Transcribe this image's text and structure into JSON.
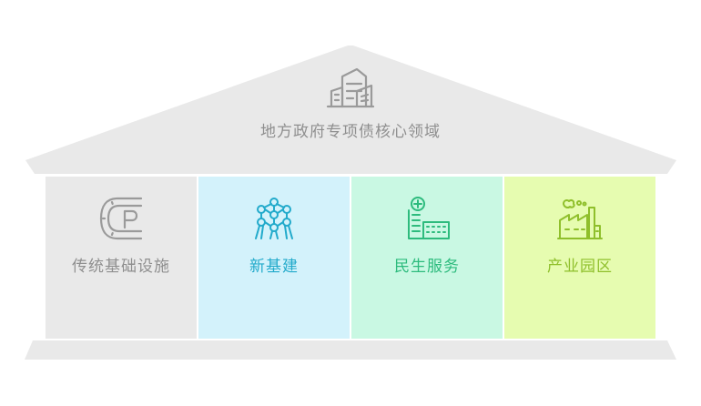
{
  "roof": {
    "title": "地方政府专项债核心领域",
    "icon": "city-buildings-icon",
    "color": "#e9e9e9"
  },
  "pillars": [
    {
      "label": "传统基础设施",
      "icon": "road-parking-icon",
      "bg": "#e9e9e9",
      "fg": "#8f8f8f"
    },
    {
      "label": "新基建",
      "icon": "network-structure-icon",
      "bg": "#d3f2fb",
      "fg": "#22aacb"
    },
    {
      "label": "民生服务",
      "icon": "hospital-building-icon",
      "bg": "#c9f8e3",
      "fg": "#2dbb7d"
    },
    {
      "label": "产业园区",
      "icon": "factory-icon",
      "bg": "#e6fcb0",
      "fg": "#8fbf2b"
    }
  ],
  "base": {
    "color": "#e9e9e9"
  }
}
